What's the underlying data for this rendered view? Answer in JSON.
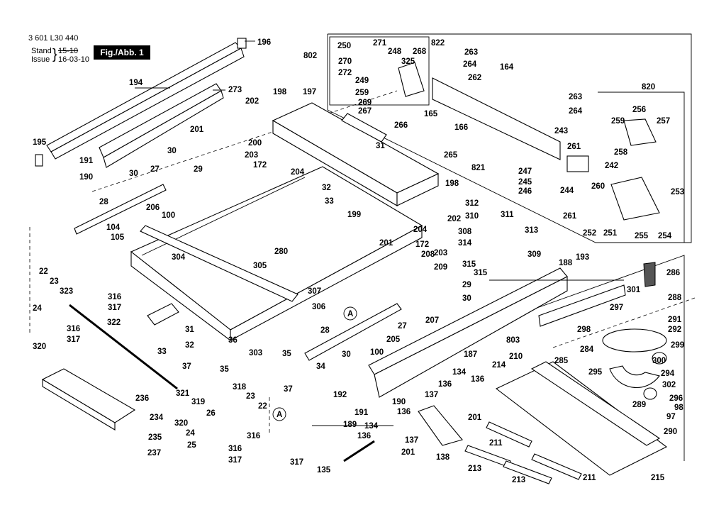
{
  "header": {
    "doc_number": "3 601 L30 440",
    "stand_label": "Stand",
    "stand_old": "15-10",
    "issue_label": "Issue",
    "issue_date": "16-03-10",
    "figure_label": "Fig./Abb. 1"
  },
  "callouts": {
    "c196": "196",
    "c194": "194",
    "c273": "273",
    "c195": "195",
    "c191": "191",
    "c190": "190",
    "c198a": "198",
    "c197": "197",
    "c202a": "202",
    "c201a": "201",
    "c30a": "30",
    "c200": "200",
    "c203a": "203",
    "c172a": "172",
    "c204a": "204",
    "c29a": "29",
    "c27a": "27",
    "c30b": "30",
    "c28a": "28",
    "c206": "206",
    "c100a": "100",
    "c104": "104",
    "c105": "105",
    "c31a": "31",
    "c32a": "32",
    "c33a": "33",
    "c198b": "198",
    "c199": "199",
    "c202b": "202",
    "c204b": "204",
    "c201b": "201",
    "c172b": "172",
    "c203b": "203",
    "c280": "280",
    "c304": "304",
    "c305": "305",
    "c307": "307",
    "c306": "306",
    "c22a": "22",
    "c23a": "23",
    "c323": "323",
    "c316a": "316",
    "c317a": "317",
    "c24a": "24",
    "c316b": "316",
    "c317b": "317",
    "c320a": "320",
    "c322": "322",
    "c31b": "31",
    "c32b": "32",
    "c33b": "33",
    "c36": "36",
    "c35a": "35",
    "c37a": "37",
    "c303": "303",
    "c35b": "35",
    "c34": "34",
    "c37b": "37",
    "cA1": "A",
    "c28b": "28",
    "c205": "205",
    "c27b": "27",
    "c30c": "30",
    "c100b": "100",
    "c236": "236",
    "c234": "234",
    "c235": "235",
    "c237": "237",
    "c321": "321",
    "c319": "319",
    "c26": "26",
    "c318": "318",
    "c23b": "23",
    "c22b": "22",
    "c320b": "320",
    "c24b": "24",
    "c25": "25",
    "cA2": "A",
    "c316c": "316",
    "c316d": "316",
    "c317c": "317",
    "c317d": "317",
    "c135": "135",
    "c802": "802",
    "c250": "250",
    "c271": "271",
    "c248": "248",
    "c268": "268",
    "c822": "822",
    "c263a": "263",
    "c264a": "264",
    "c270": "270",
    "c325": "325",
    "c272": "272",
    "c249": "249",
    "c259a": "259",
    "c269": "269",
    "c267": "267",
    "c262": "262",
    "c164": "164",
    "c820": "820",
    "c263b": "263",
    "c264b": "264",
    "c165": "165",
    "c166": "166",
    "c266": "266",
    "c243": "243",
    "c265": "265",
    "c821": "821",
    "c256": "256",
    "c259b": "259",
    "c257": "257",
    "c258": "258",
    "c261a": "261",
    "c247": "247",
    "c245": "245",
    "c246": "246",
    "c244": "244",
    "c260": "260",
    "c242": "242",
    "c253": "253",
    "c261b": "261",
    "c252": "252",
    "c251": "251",
    "c255": "255",
    "c254": "254",
    "c312": "312",
    "c310": "310",
    "c311": "311",
    "c308": "308",
    "c313": "313",
    "c314": "314",
    "c309": "309",
    "c315a": "315",
    "c315b": "315",
    "c208": "208",
    "c209": "209",
    "c29b": "29",
    "c30d": "30",
    "c188": "188",
    "c193": "193",
    "c286": "286",
    "c301": "301",
    "c288": "288",
    "c207": "207",
    "c187": "187",
    "c803": "803",
    "c297": "297",
    "c291": "291",
    "c292": "292",
    "c298": "298",
    "c284": "284",
    "c299": "299",
    "c300": "300",
    "c294": "294",
    "c295": "295",
    "c302": "302",
    "c296": "296",
    "c98": "98",
    "c289": "289",
    "c290": "290",
    "c97": "97",
    "c285": "285",
    "c210": "210",
    "c214": "214",
    "c134a": "134",
    "c136a": "136",
    "c136b": "136",
    "c137a": "137",
    "c192": "192",
    "c190b": "190",
    "c191b": "191",
    "c189": "189",
    "c201c": "201",
    "c134b": "134",
    "c136c": "136",
    "c137b": "137",
    "c136d": "136",
    "c201d": "201",
    "c138": "138",
    "c211a": "211",
    "c211b": "211",
    "c213a": "213",
    "c213b": "213",
    "c215": "215"
  }
}
